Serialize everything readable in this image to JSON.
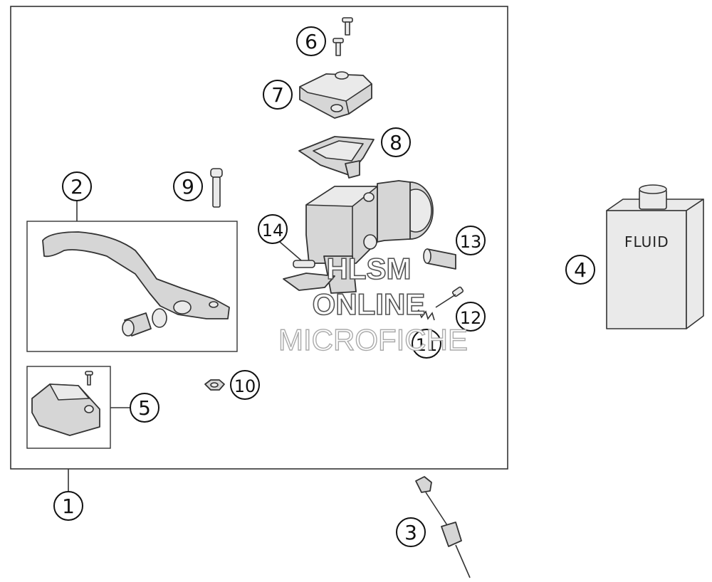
{
  "callouts": {
    "c1": "1",
    "c2": "2",
    "c3": "3",
    "c4": "4",
    "c5": "5",
    "c6": "6",
    "c7": "7",
    "c8": "8",
    "c9": "9",
    "c10": "10",
    "c11": "11",
    "c12": "12",
    "c13": "13",
    "c14": "14"
  },
  "fluid_label": "FLUID",
  "watermark": {
    "line1": "HLSM",
    "line2": "ONLINE",
    "line3": "MICROFICHE"
  },
  "colors": {
    "part_fill": "#d6d6d6",
    "outline": "#333333",
    "background": "#ffffff"
  }
}
